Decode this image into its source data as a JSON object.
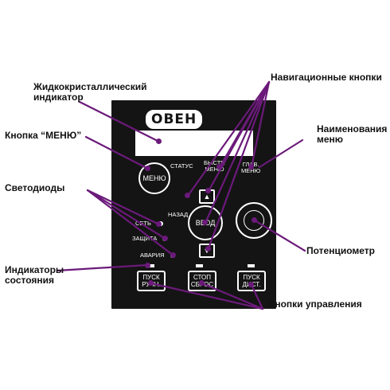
{
  "callouts": {
    "lcd": [
      "Жидкокристаллический",
      "индикатор"
    ],
    "menu_button": "Кнопка “МЕНЮ”",
    "leds": "Светодиоды",
    "status_indicators": [
      "Индикаторы",
      "состояния"
    ],
    "nav_buttons": "Навигационные кнопки",
    "menu_names": [
      "Наименования",
      "меню"
    ],
    "potentiometer": "Потенциометр",
    "control_buttons": "Кнопки управления"
  },
  "panel": {
    "logo": "OBEH",
    "menu_btn": "МЕНЮ",
    "status": "СТАТУС",
    "quick_menu": [
      "БЫСТР.",
      "МЕНЮ"
    ],
    "main_menu": [
      "ГЛАВ.",
      "МЕНЮ"
    ],
    "back": "НАЗАД",
    "enter": "ВВОД",
    "led_network": "СЕТЬ",
    "led_protection": "ЗАЩИТА",
    "led_alarm": "АВАРИЯ",
    "btn_manual_start": [
      "ПУСК",
      "РУЧН."
    ],
    "btn_stop_reset": [
      "СТОП",
      "СБРОС"
    ],
    "btn_remote_start": [
      "ПУСК",
      "ДИСТ."
    ]
  },
  "colors": {
    "leader": "#6b1a7a",
    "panel": "#141414",
    "text": "#111111"
  }
}
